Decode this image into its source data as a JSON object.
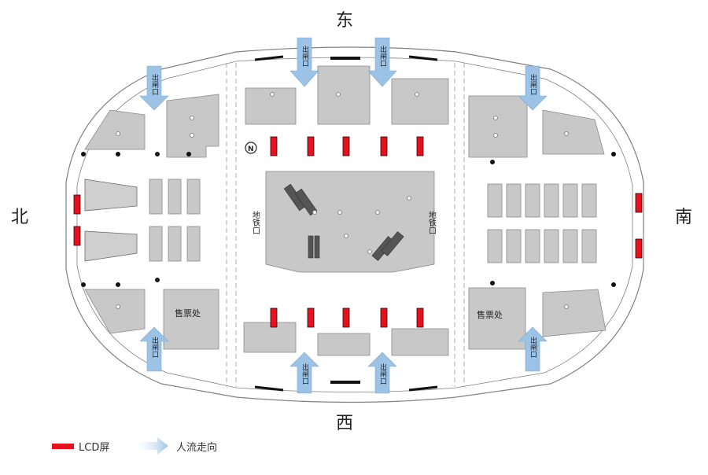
{
  "directions": {
    "east": "东",
    "west": "西",
    "north": "北",
    "south": "南"
  },
  "labels": {
    "exit": "出闸口",
    "metro_exit": "地铁口",
    "ticket_office": "售票处",
    "compass": "N"
  },
  "legend": {
    "lcd": "LCD屏",
    "flow": "人流走向"
  },
  "colors": {
    "lcd": "#e8101c",
    "room": "#c8c8c8",
    "room_stroke": "#8a8a8a",
    "arrow": "#9cc3e6",
    "outline": "#7f7f7f"
  }
}
